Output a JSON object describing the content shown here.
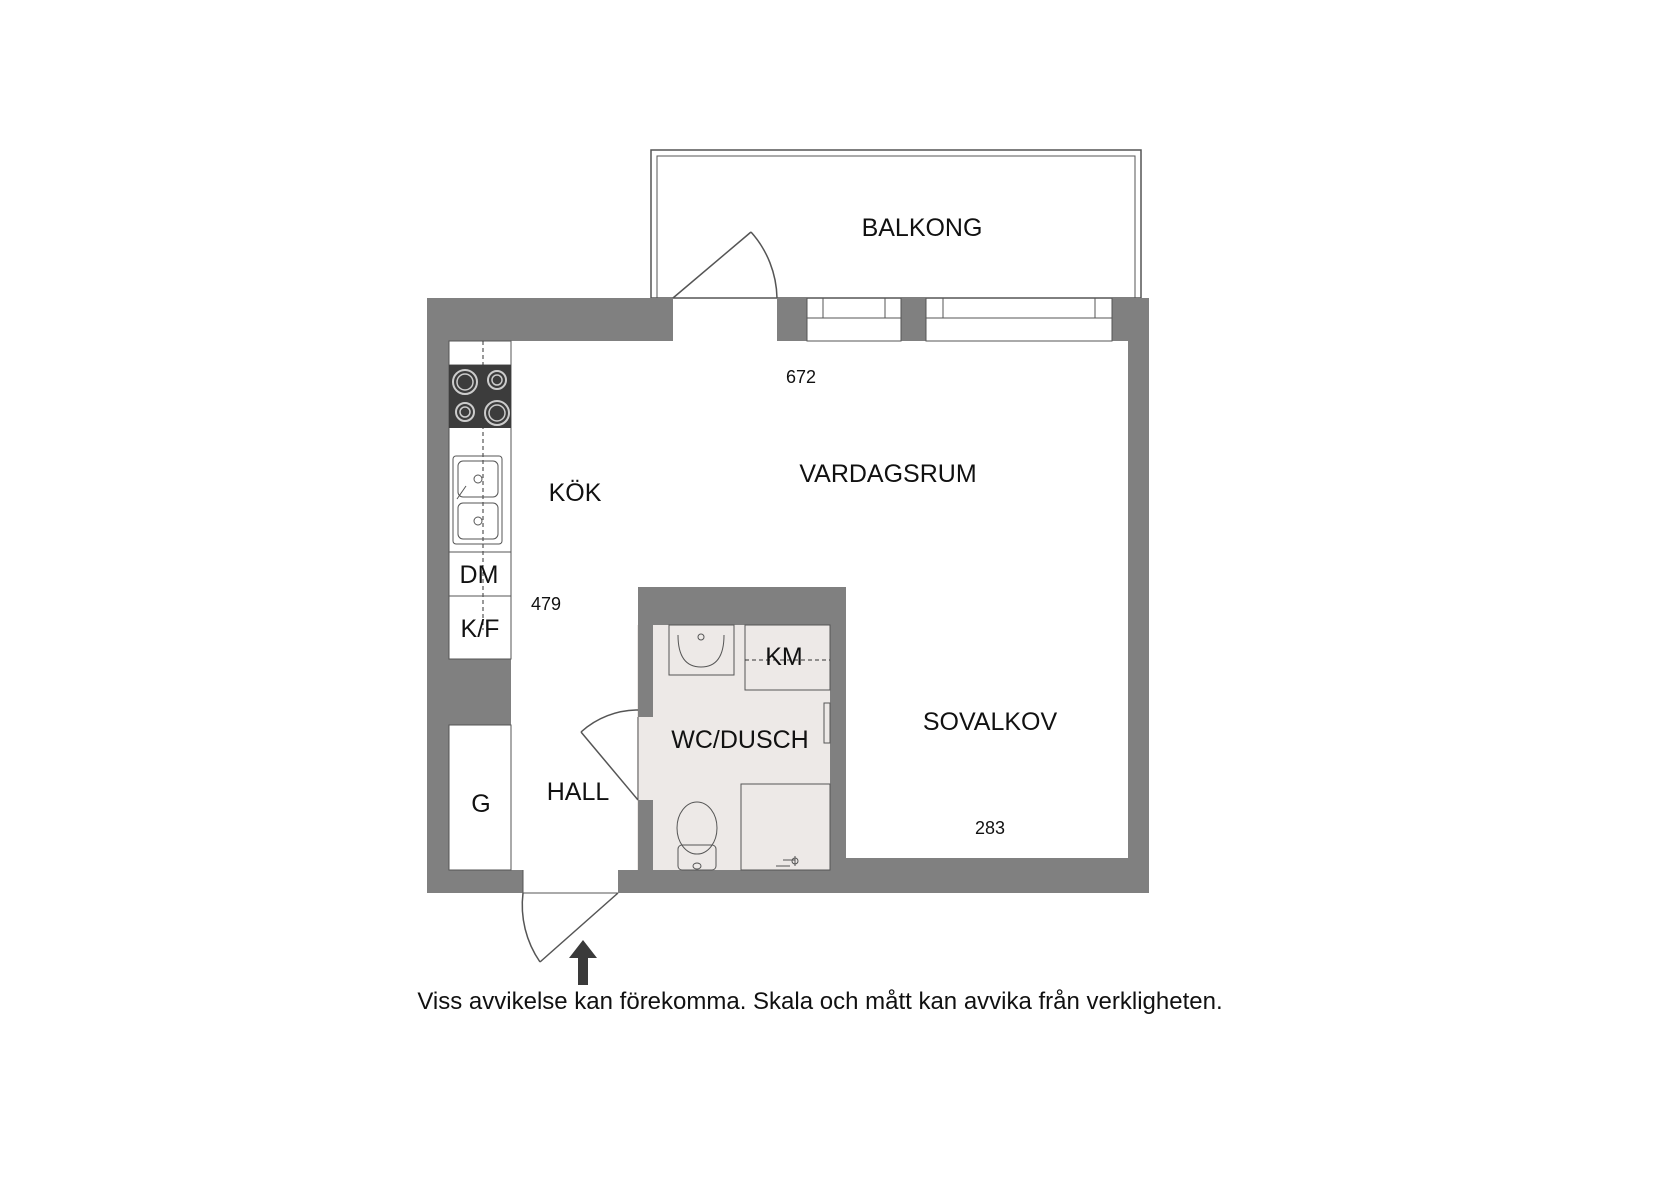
{
  "rooms": {
    "balkong": "BALKONG",
    "vardagsrum": "VARDAGSRUM",
    "kok": "KÖK",
    "sovalkov": "SOVALKOV",
    "wc_dusch": "WC/DUSCH",
    "hall": "HALL"
  },
  "fixtures": {
    "dm": "DM",
    "kf": "K/F",
    "km": "KM",
    "g": "G"
  },
  "dimensions": {
    "width_top": "672",
    "height_left": "479",
    "width_bottom": "283"
  },
  "disclaimer": "Viss avvikelse kan förekomma. Skala och mått kan avvika från verkligheten.",
  "colors": {
    "wall": "#808080",
    "bathroom_floor": "#ede9e7",
    "stove": "#3c3c3c"
  },
  "icons": [
    "stove-icon",
    "sink-icon",
    "washbasin-icon",
    "toilet-icon",
    "shower-icon",
    "entrance-arrow-icon"
  ]
}
